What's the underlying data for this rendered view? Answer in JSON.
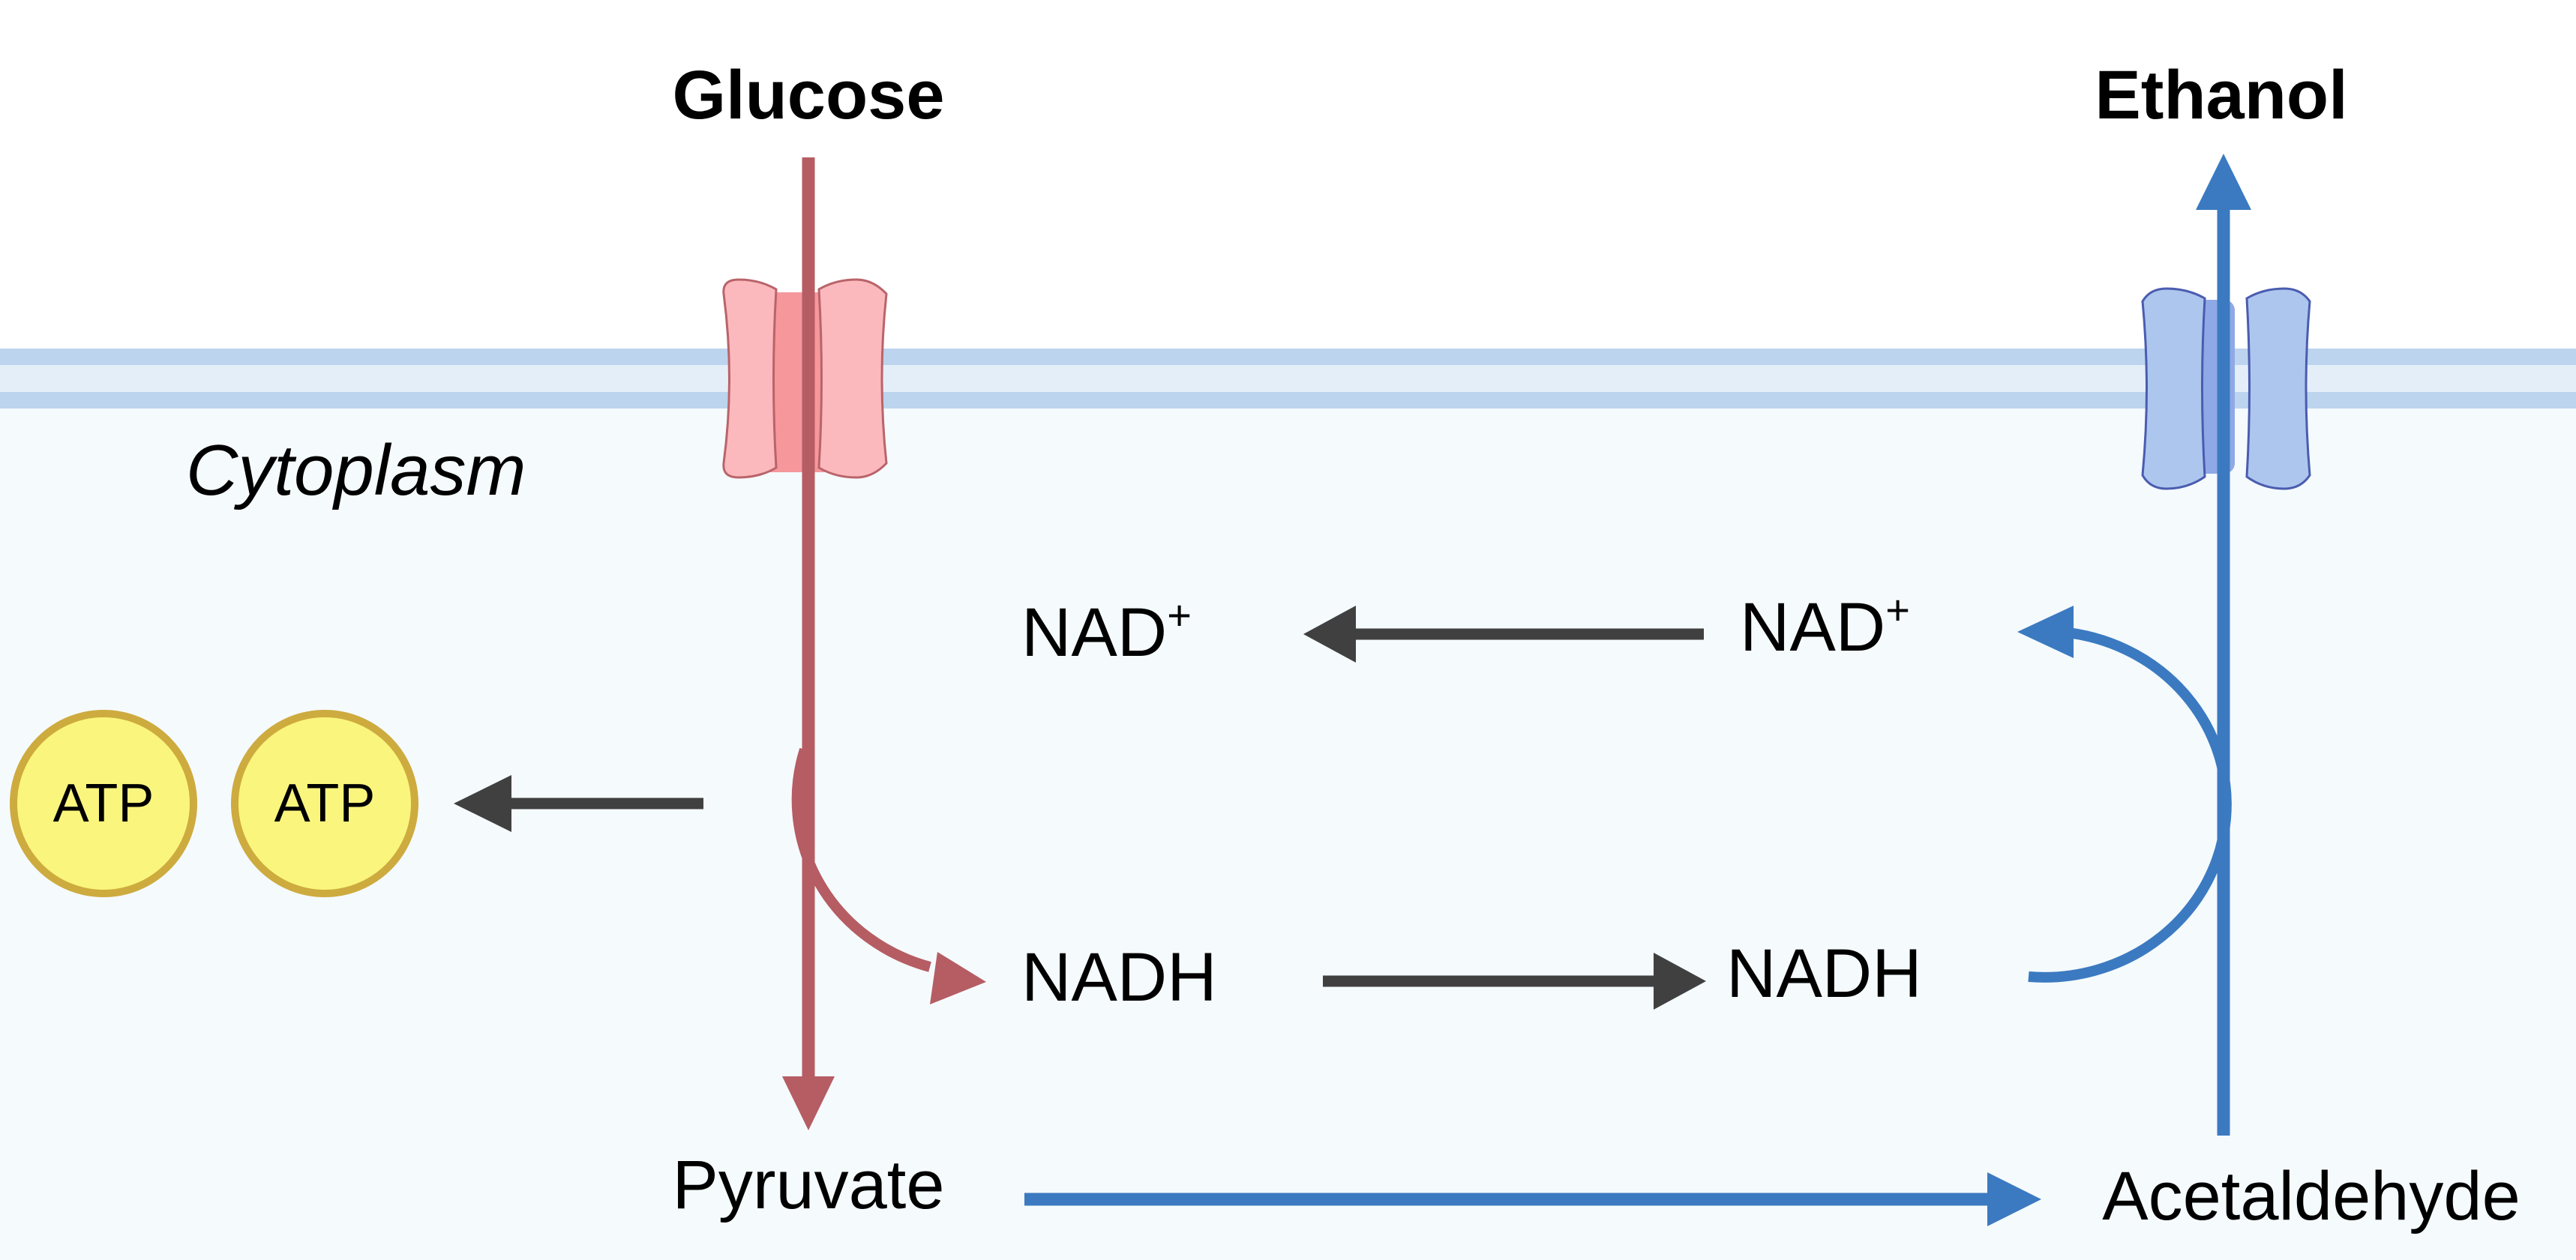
{
  "labels": {
    "glucose": "Glucose",
    "ethanol": "Ethanol",
    "cytoplasm": "Cytoplasm",
    "nad_left": "NAD",
    "nad_left_sup": "+",
    "nad_right": "NAD",
    "nad_right_sup": "+",
    "nadh_left": "NADH",
    "nadh_right": "NADH",
    "atp_1": "ATP",
    "atp_2": "ATP",
    "pyruvate": "Pyruvate",
    "acetaldehyde": "Acetaldehyde"
  },
  "colors": {
    "cytoplasm_fill": "#f5fafd",
    "membrane_band": "#bcd4ee",
    "membrane_inner": "#e4eef9",
    "cytoplasm_text": "#4a7b7a",
    "glycolysis_red": "#b55d63",
    "transporter_red_light": "#fbb9bd",
    "transporter_red_dark": "#f6979c",
    "transporter_red_stroke": "#b9646a",
    "fermentation_blue": "#3b7ac0",
    "transporter_blue_light": "#adc6ee",
    "transporter_blue_dark": "#8fa9e6",
    "transporter_blue_stroke": "#4a5cb0",
    "arrow_gray": "#404040",
    "atp_fill": "#faf57d",
    "atp_stroke": "#cdab3e"
  }
}
